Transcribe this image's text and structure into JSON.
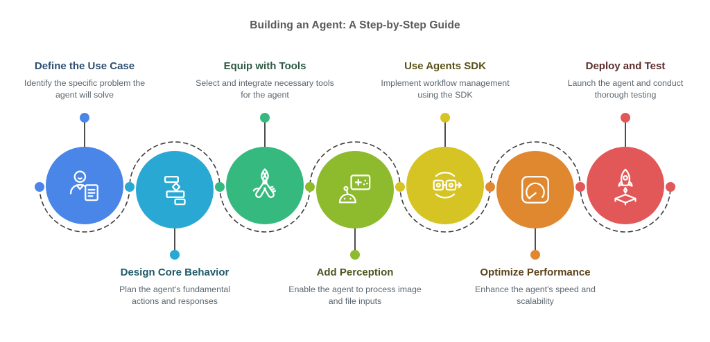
{
  "title": "Building an Agent: A Step-by-Step Guide",
  "title_color": "#58595B",
  "connector": {
    "line_color": "#3E3E3E",
    "stem_color": "#4D4D4D",
    "dot_colors": [
      "#4A86E8",
      "#29A8D4",
      "#36B97E",
      "#8DBB2D",
      "#D6C324",
      "#E0882F",
      "#E25757",
      "#E25757"
    ]
  },
  "text": {
    "description_color": "#5B6770"
  },
  "steps": [
    {
      "heading": "Define the Use Case",
      "description": "Identify the specific problem the agent will solve",
      "circle_color": "#4A86E8",
      "heading_color": "#2D4E70",
      "icon": "person-document-icon",
      "text_position": "top"
    },
    {
      "heading": "Design Core Behavior",
      "description": "Plan the agent's fundamental actions and responses",
      "circle_color": "#29A8D4",
      "heading_color": "#1F5968",
      "icon": "workflow-blocks-icon",
      "text_position": "bottom"
    },
    {
      "heading": "Equip with Tools",
      "description": "Select and integrate necessary tools for the agent",
      "circle_color": "#36B97E",
      "heading_color": "#2D5A46",
      "icon": "multi-tool-icon",
      "text_position": "top"
    },
    {
      "heading": "Add Perception",
      "description": "Enable the agent to process image and file inputs",
      "circle_color": "#8DBB2D",
      "heading_color": "#4A5620",
      "icon": "robot-screen-icon",
      "text_position": "bottom"
    },
    {
      "heading": "Use Agents SDK",
      "description": "Implement workflow management using the SDK",
      "circle_color": "#D6C324",
      "heading_color": "#5A5118",
      "icon": "workflow-cycle-icon",
      "text_position": "top"
    },
    {
      "heading": "Optimize Performance",
      "description": "Enhance the agent's speed and scalability",
      "circle_color": "#E0882F",
      "heading_color": "#5C421C",
      "icon": "speedometer-icon",
      "text_position": "bottom"
    },
    {
      "heading": "Deploy and Test",
      "description": "Launch the agent and conduct thorough testing",
      "circle_color": "#E25757",
      "heading_color": "#5C2D2D",
      "icon": "rocket-launch-icon",
      "text_position": "top"
    }
  ]
}
